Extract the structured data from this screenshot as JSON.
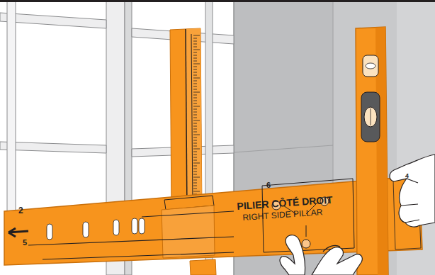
{
  "diagram": {
    "labels": [
      "2",
      "5",
      "6",
      "4",
      "PILIER CÔTÉ DROIT",
      "RIGHT SIDE PILLAR"
    ]
  }
}
